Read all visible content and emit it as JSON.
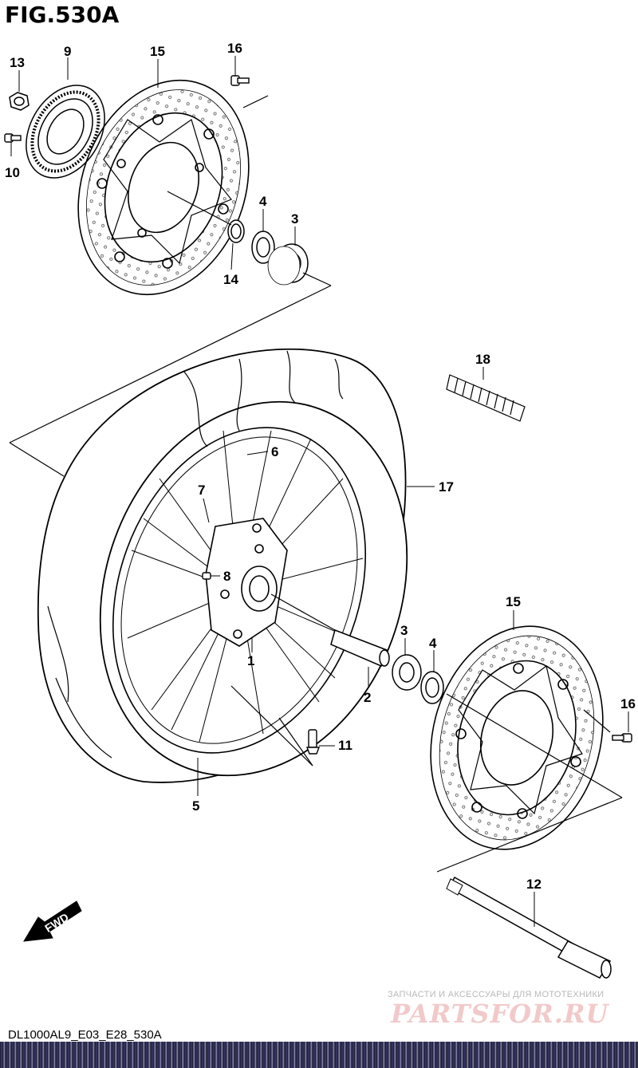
{
  "title": "FIG.530A",
  "footer_code": "DL1000AL9_E03_E28_530A",
  "watermark": {
    "caption": "ЗАПЧАСТИ И АКСЕССУАРЫ ДЛЯ МОТОТЕХНИКИ",
    "logo": "PARTSFOR.RU"
  },
  "fwd_label": "FWD",
  "callouts": {
    "c13": "13",
    "c9": "9",
    "c15_top": "15",
    "c16_top": "16",
    "c10": "10",
    "c4_top": "4",
    "c3_top": "3",
    "c14": "14",
    "c18": "18",
    "c6": "6",
    "c17": "17",
    "c7": "7",
    "c8": "8",
    "c1": "1",
    "c3_bottom": "3",
    "c4_bottom": "4",
    "c15_bottom": "15",
    "c2": "2",
    "c16_bottom": "16",
    "c11": "11",
    "c5": "5",
    "c12": "12"
  }
}
